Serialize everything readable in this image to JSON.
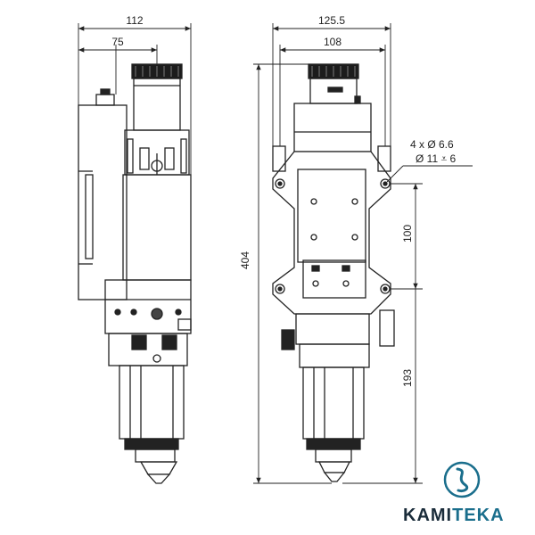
{
  "dimensions": {
    "left_total_width": "112",
    "left_inner_width": "75",
    "right_total_width": "125.5",
    "right_inner_width": "108",
    "total_height": "404",
    "hole_spacing": "100",
    "lower_height": "193",
    "hole_note_1": "4 x Ø 6.6",
    "hole_note_2": "Ø 11 ⩡ 6"
  },
  "brand": {
    "name_part_1": "KAMI",
    "name_part_2": "TEKA",
    "logo_icon": "kamiteka-logo-icon",
    "color_dark": "#1a2c3a",
    "color_accent": "#1a6e8c"
  }
}
